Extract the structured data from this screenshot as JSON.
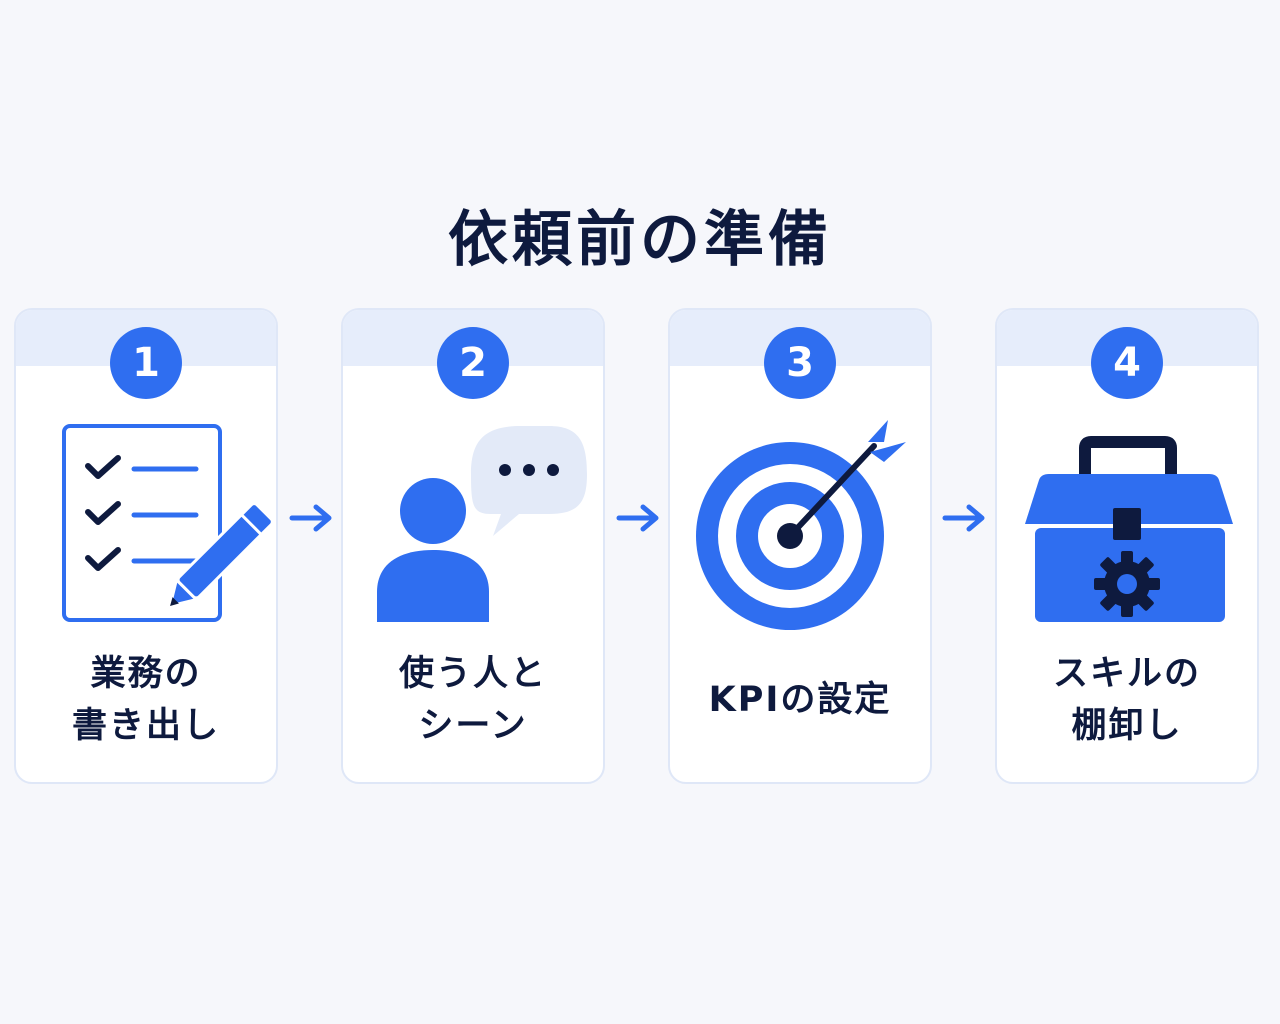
{
  "title": "依頼前の準備",
  "steps": [
    {
      "number": "1",
      "label_lines": [
        "業務の",
        "書き出し"
      ],
      "icon": "checklist-pencil-icon"
    },
    {
      "number": "2",
      "label_lines": [
        "使う人と",
        "シーン"
      ],
      "icon": "person-speech-bubble-icon"
    },
    {
      "number": "3",
      "label_lines": [
        "KPIの設定"
      ],
      "icon": "target-arrow-icon"
    },
    {
      "number": "4",
      "label_lines": [
        "スキルの",
        "棚卸し"
      ],
      "icon": "toolbox-gear-icon"
    }
  ],
  "colors": {
    "accent": "#2f6ef0",
    "navy": "#0e1a3e",
    "card_band": "#e6edfb",
    "bubble": "#e3eaf8",
    "background": "#f6f7fb"
  }
}
